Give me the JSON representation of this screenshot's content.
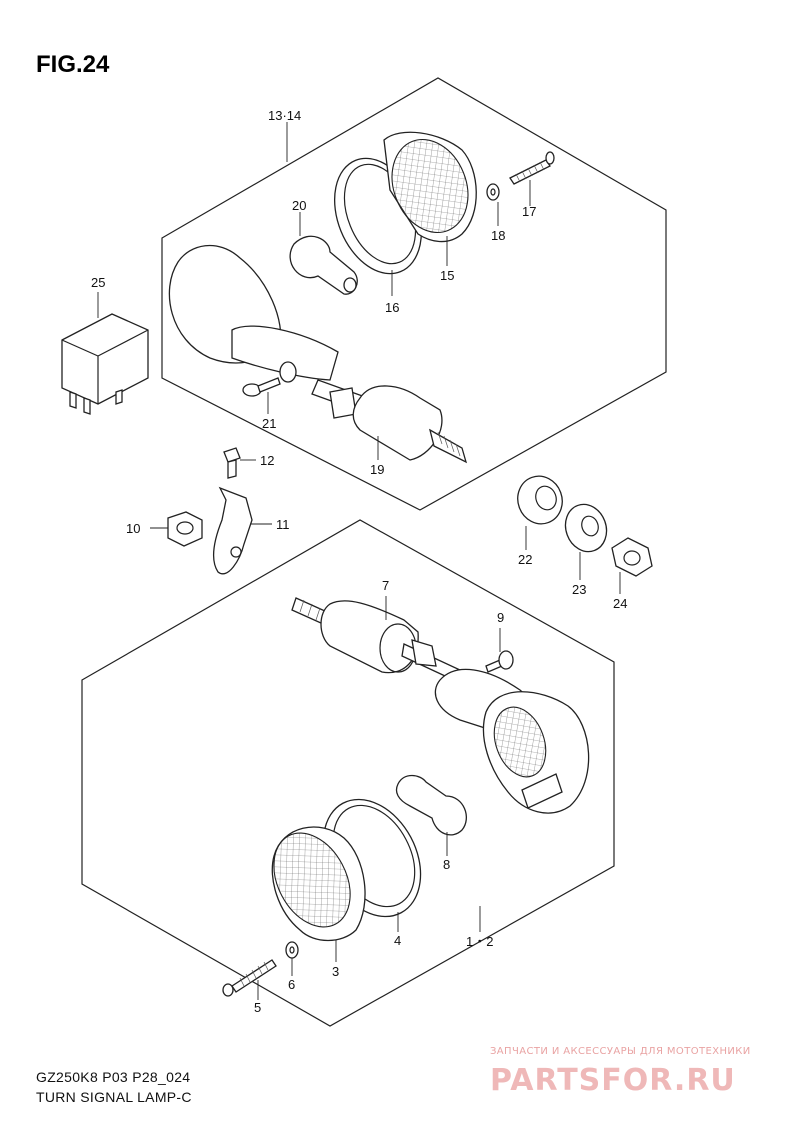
{
  "figure": {
    "title": "FIG.24"
  },
  "caption": {
    "model_line": "GZ250K8 P03 P28_024",
    "name_line": "TURN SIGNAL LAMP-C"
  },
  "watermark": {
    "tagline": "ЗАПЧАСТИ И АКСЕССУАРЫ ДЛЯ МОТОТЕХНИКИ",
    "brand": "PARTSFOR.RU",
    "color": "#efb8b8"
  },
  "labels": {
    "p13_14": "13·14",
    "p20": "20",
    "p16": "16",
    "p15": "15",
    "p18": "18",
    "p17": "17",
    "p25": "25",
    "p21": "21",
    "p19": "19",
    "p12": "12",
    "p10": "10",
    "p11": "11",
    "p22": "22",
    "p23": "23",
    "p24": "24",
    "p7": "7",
    "p9": "9",
    "p8": "8",
    "p4": "4",
    "p1_2": "1・2",
    "p3": "3",
    "p6": "6",
    "p5": "5"
  }
}
